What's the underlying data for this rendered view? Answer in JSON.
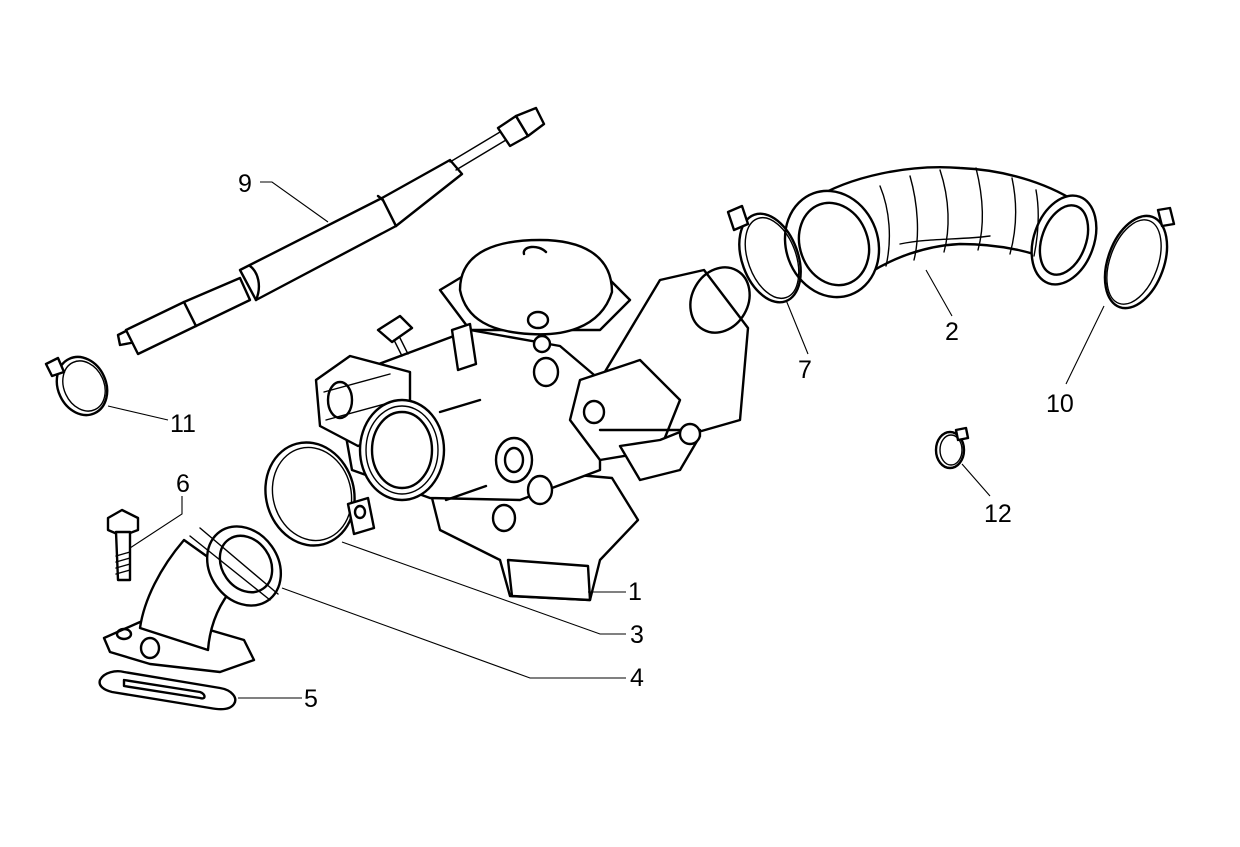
{
  "callouts": [
    {
      "id": "part-1",
      "label": "1"
    },
    {
      "id": "part-2",
      "label": "2"
    },
    {
      "id": "part-3",
      "label": "3"
    },
    {
      "id": "part-4",
      "label": "4"
    },
    {
      "id": "part-5",
      "label": "5"
    },
    {
      "id": "part-6",
      "label": "6"
    },
    {
      "id": "part-7",
      "label": "7"
    },
    {
      "id": "part-9",
      "label": "9"
    },
    {
      "id": "part-10",
      "label": "10"
    },
    {
      "id": "part-11",
      "label": "11"
    },
    {
      "id": "part-12",
      "label": "12"
    }
  ],
  "colors": {
    "line": "#000000",
    "background": "#ffffff"
  }
}
